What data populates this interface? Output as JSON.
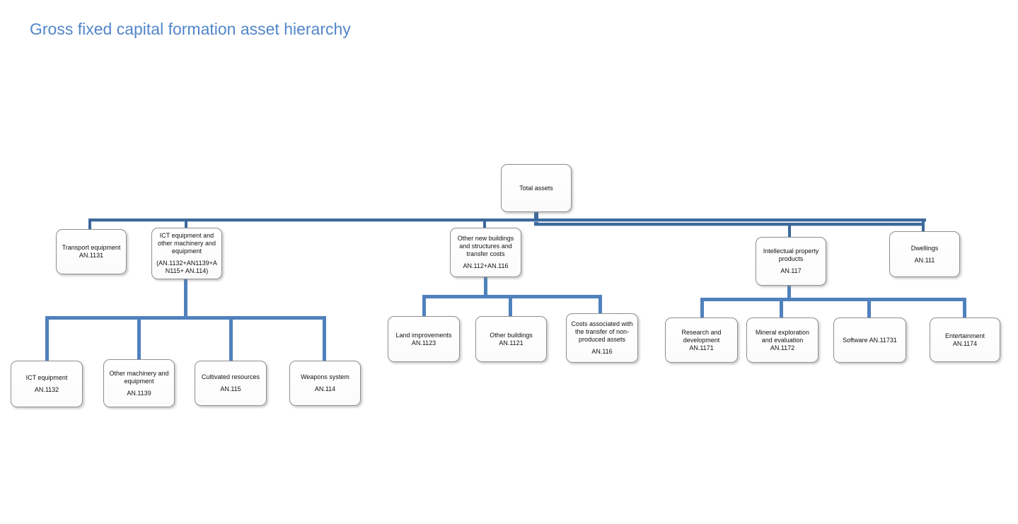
{
  "title": "Gross fixed capital formation asset hierarchy",
  "colors": {
    "title_text": "#5286ca",
    "connector_dark": "#3c689c",
    "connector_mid": "#4f81bd",
    "box_border": "#8f8f8f",
    "box_fill": "#ffffff",
    "box_text": "#111111"
  },
  "nodes": [
    {
      "id": "total-assets",
      "level": 1,
      "parent": null,
      "title": "Total assets",
      "code": ""
    },
    {
      "id": "transport-equipment",
      "level": 2,
      "parent": "total-assets",
      "title": "Transport equipment",
      "code": "AN.1131"
    },
    {
      "id": "ict-and-machinery",
      "level": 2,
      "parent": "total-assets",
      "title": "ICT equipment and other machinery and equipment",
      "code": "(AN.1132+AN1139+AN115+ AN.114)"
    },
    {
      "id": "other-new-buildings",
      "level": 2,
      "parent": "total-assets",
      "title": "Other new buildings and structures and transfer costs",
      "code": "AN.112+AN.116"
    },
    {
      "id": "intellectual-property",
      "level": 2,
      "parent": "total-assets",
      "title": "Intellectual property products",
      "code": "AN.117"
    },
    {
      "id": "dwellings",
      "level": 2,
      "parent": "total-assets",
      "title": "Dwellings",
      "code": "AN.111"
    },
    {
      "id": "ict-equipment",
      "level": 3,
      "parent": "ict-and-machinery",
      "title": "ICT equipment",
      "code": "AN.1132"
    },
    {
      "id": "other-machinery",
      "level": 3,
      "parent": "ict-and-machinery",
      "title": "Other machinery and equipment",
      "code": "AN.1139"
    },
    {
      "id": "cultivated-resources",
      "level": 3,
      "parent": "ict-and-machinery",
      "title": "Cultivated resources",
      "code": "AN.115"
    },
    {
      "id": "weapons-system",
      "level": 3,
      "parent": "ict-and-machinery",
      "title": "Weapons system",
      "code": "AN.114"
    },
    {
      "id": "land-improvements",
      "level": 3,
      "parent": "other-new-buildings",
      "title": "Land improvements",
      "code": "AN.1123"
    },
    {
      "id": "other-buildings",
      "level": 3,
      "parent": "other-new-buildings",
      "title": "Other buildings",
      "code": "AN.1121"
    },
    {
      "id": "transfer-costs",
      "level": 3,
      "parent": "other-new-buildings",
      "title": "Costs associated with the transfer of non-produced assets",
      "code": "AN.116"
    },
    {
      "id": "research-development",
      "level": 3,
      "parent": "intellectual-property",
      "title": "Research and development",
      "code": "AN.1171"
    },
    {
      "id": "mineral-exploration",
      "level": 3,
      "parent": "intellectual-property",
      "title": "Mineral exploration and evaluation",
      "code": "AN.1172"
    },
    {
      "id": "software",
      "level": 3,
      "parent": "intellectual-property",
      "title": "Software AN.11731",
      "code": ""
    },
    {
      "id": "entertainment",
      "level": 3,
      "parent": "intellectual-property",
      "title": "Entertainment",
      "code": "AN.1174"
    }
  ]
}
